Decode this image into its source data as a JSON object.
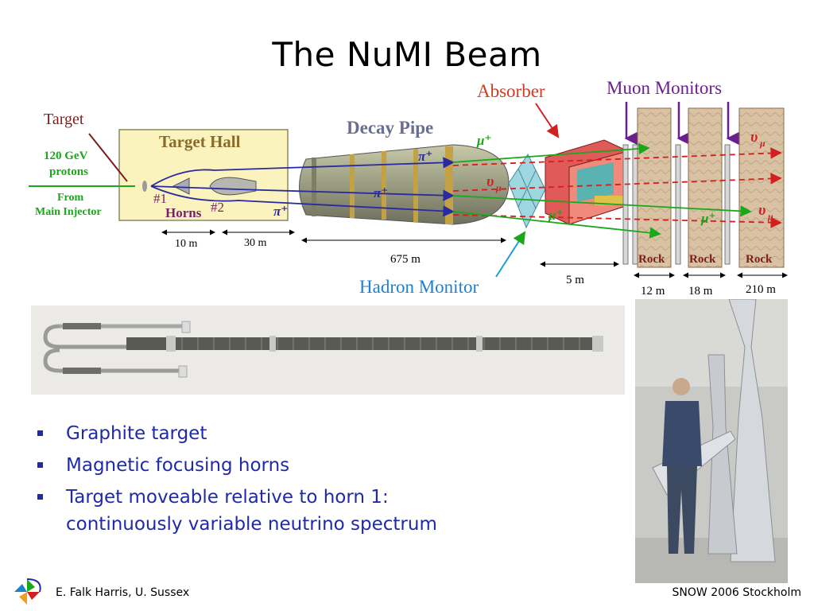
{
  "title": "The NuMI Beam",
  "diagram": {
    "labels": {
      "target": "Target",
      "protons_line1": "120 GeV",
      "protons_line2": "protons",
      "from_line1": "From",
      "from_line2": "Main Injector",
      "target_hall": "Target Hall",
      "horn1": "#1",
      "horn2": "#2",
      "horns": "Horns",
      "decay_pipe": "Decay Pipe",
      "absorber": "Absorber",
      "muon_monitors": "Muon Monitors",
      "hadron_monitor": "Hadron Monitor",
      "pi_upper": "π⁺",
      "pi_middle": "π⁺",
      "pi_lower": "π⁺",
      "mu_upper": "μ⁺",
      "mu_lower1": "μ⁺",
      "mu_lower2": "μ⁺",
      "nu_mid": "υ",
      "nu_top": "υ",
      "nu_right": "υ",
      "nu_sub": "μ",
      "rock": "Rock"
    },
    "distances": {
      "d10": "10 m",
      "d30": "30 m",
      "d675": "675 m",
      "d5": "5 m",
      "d12": "12 m",
      "d18": "18 m",
      "d210": "210 m"
    }
  },
  "bullets": [
    "Graphite target",
    "Magnetic focusing horns",
    "Target moveable relative to horn 1:",
    "continuously variable neutrino spectrum"
  ],
  "footer": {
    "left": "E. Falk Harris, U. Sussex",
    "right": "SNOW 2006 Stockholm"
  },
  "colors": {
    "bullet_text": "#1f2aa8",
    "green_label": "#1aa81a",
    "red_label": "#d23b1f",
    "purple_label": "#6b1f8f",
    "target_hall_bg": "#fbf3bd",
    "hadron_monitor_label": "#1f7fd0"
  }
}
